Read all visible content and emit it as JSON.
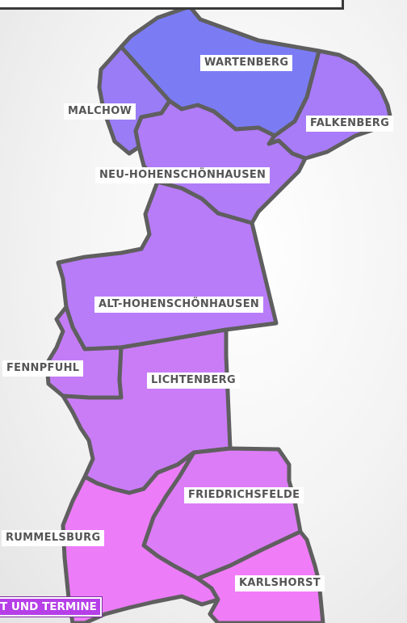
{
  "map": {
    "districts": [
      {
        "id": "wartenberg",
        "label": "WARTENBERG",
        "color": "#7b7cf4"
      },
      {
        "id": "malchow",
        "label": "MALCHOW",
        "color": "#9a7cf6"
      },
      {
        "id": "falkenberg",
        "label": "FALKENBERG",
        "color": "#a87cf8"
      },
      {
        "id": "neu-hohenschoenhausen",
        "label": "NEU-HOHENSCHÖNHAUSEN",
        "color": "#b07cf8"
      },
      {
        "id": "alt-hohenschoenhausen",
        "label": "ALT-HOHENSCHÖNHAUSEN",
        "color": "#b87cf8"
      },
      {
        "id": "fennpfuhl",
        "label": "FENNPFUHL",
        "color": "#c47cf6"
      },
      {
        "id": "lichtenberg",
        "label": "LICHTENBERG",
        "color": "#ca7cf6"
      },
      {
        "id": "friedrichsfelde",
        "label": "FRIEDRICHSFELDE",
        "color": "#dc7cf6"
      },
      {
        "id": "rummelsburg",
        "label": "RUMMELSBURG",
        "color": "#ec7cf8"
      },
      {
        "id": "karlshorst",
        "label": "KARLSHORST",
        "color": "#f17cf8"
      }
    ],
    "stroke_color": "#5f5f5f",
    "label_bg": "#ffffff",
    "label_color": "#555555"
  },
  "footer": {
    "link_label": "T UND TERMINE",
    "color": "#b63fe8"
  }
}
